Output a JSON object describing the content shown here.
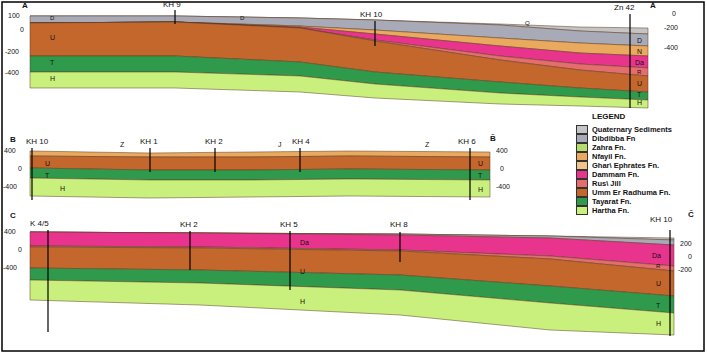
{
  "diagram": {
    "labels": [
      "A",
      "KH 9",
      "KH 10",
      "Zn 42",
      "Ā",
      "100",
      "0",
      "-200",
      "-400",
      "0",
      "-200",
      "-400",
      "D",
      "U",
      "T",
      "H",
      "D",
      "Q",
      "D",
      "N",
      "Da",
      "R",
      "U",
      "T",
      "H",
      "B",
      "KH 10",
      "Z",
      "KH 1",
      "KH 2",
      "J",
      "KH 4",
      "Z",
      "KH 6",
      "B̄",
      "400",
      "0",
      "-400",
      "400",
      "0",
      "-400",
      "U",
      "T",
      "H",
      "U",
      "T",
      "H",
      "C",
      "K 4/5",
      "KH 2",
      "KH 5",
      "KH 8",
      "KH 10",
      "C̄",
      "400",
      "0",
      "-400",
      "200",
      "0",
      "-200",
      "Da",
      "U",
      "H",
      "Da",
      "R",
      "U",
      "T",
      "H",
      "LEGEND"
    ],
    "legend": [
      {
        "text": "Quaternary Sediments",
        "color": "#c4c4c4"
      },
      {
        "text": "Dibdibba Fn",
        "color": "#a9aab8"
      },
      {
        "text": "Zahra Fn.",
        "color": "#b8dc6c"
      },
      {
        "text": "Nfayil Fn.",
        "color": "#e9a95e"
      },
      {
        "text": "Ghar\\ Ephrates Fn.",
        "color": "#f3c48a"
      },
      {
        "text": "Dammam Fn.",
        "color": "#e8348c"
      },
      {
        "text": "Rus\\ Jill",
        "color": "#e66d6d"
      },
      {
        "text": "Umm Er Radhuma Fn.",
        "color": "#c3672c"
      },
      {
        "text": "Tayarat Fn.",
        "color": "#2f9a4c"
      },
      {
        "text": "Hartha Fn.",
        "color": "#c9f07c"
      }
    ]
  }
}
